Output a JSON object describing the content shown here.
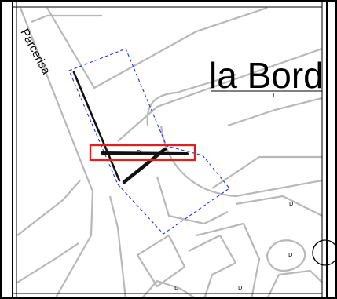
{
  "map": {
    "labels": {
      "street": "Parcerisa",
      "place": "la Bord",
      "small_mark": "I"
    },
    "parcel_markers": [
      "D",
      "D",
      "D",
      "D",
      "D"
    ],
    "colors": {
      "background": "#ffffff",
      "buildings": "#b8b8b8",
      "frame": "#000000",
      "selection_outline": "#2233dd",
      "highlight_box": "#e02020",
      "drawn_lines": "#111111"
    }
  }
}
